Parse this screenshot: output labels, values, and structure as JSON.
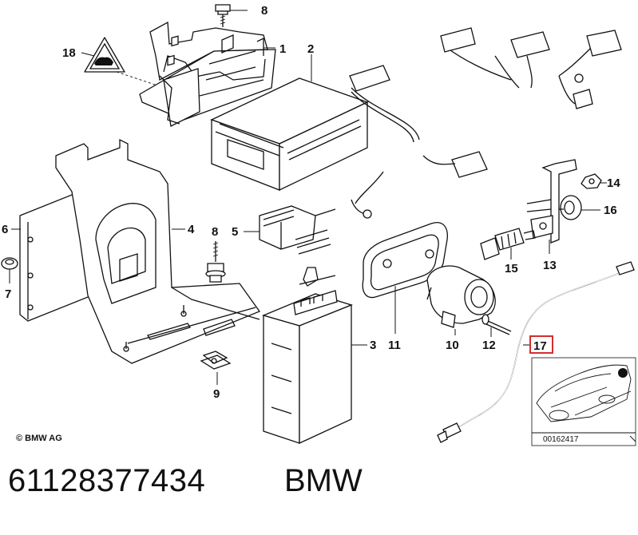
{
  "callouts": [
    "1",
    "2",
    "3",
    "4",
    "5",
    "6",
    "7",
    "8",
    "8",
    "9",
    "10",
    "11",
    "12",
    "13",
    "14",
    "15",
    "16",
    "17",
    "18"
  ],
  "highlighted_callout": "17",
  "highlight_color": "#d32f2f",
  "copyright": "© BMW AG",
  "inset_code": "00162417",
  "part_number": "61128377434",
  "brand": "BMW"
}
